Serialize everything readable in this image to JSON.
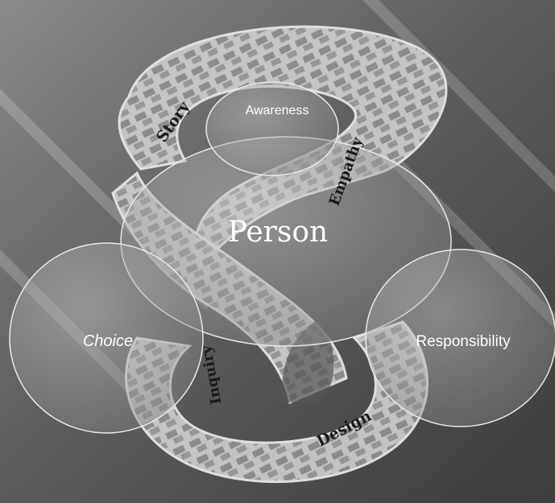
{
  "diagram": {
    "center_label": "Person",
    "circle_labels": {
      "top": "Awareness",
      "left": "Choice",
      "right": "Responsibility"
    },
    "band_labels": {
      "story": "Story",
      "empathy": "Empathy",
      "inquiry": "Inquiry",
      "design": "Design"
    }
  },
  "colors": {
    "background": "#5a5a5a",
    "band": "#d9d9d9",
    "band_shadow": "#8e8e8e",
    "circle_fill": "#bdbdbd",
    "label_light": "#ffffff",
    "label_dark": "#1a1a1a"
  }
}
